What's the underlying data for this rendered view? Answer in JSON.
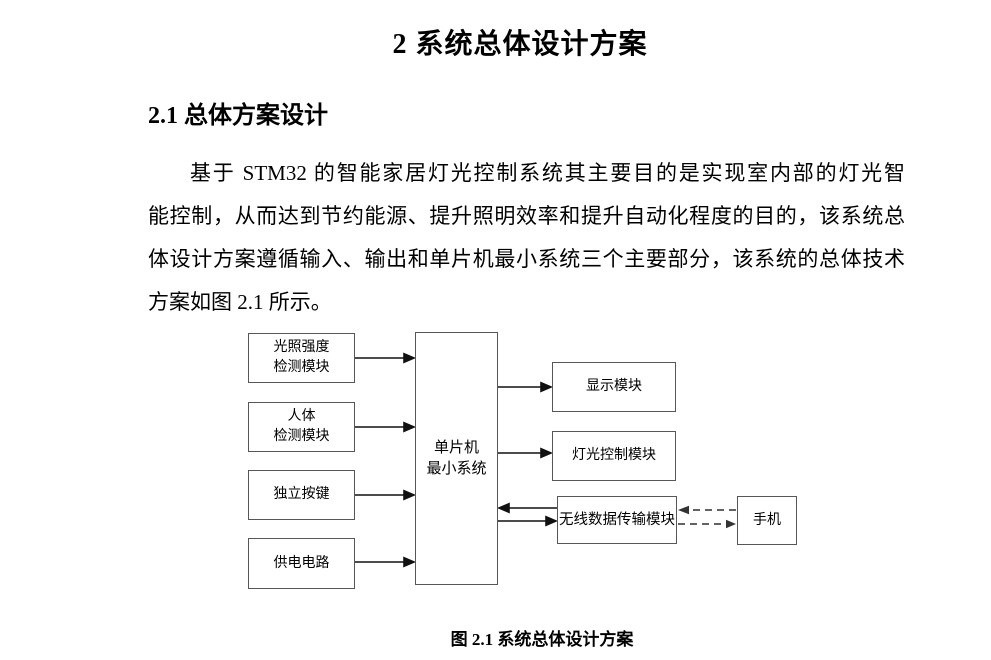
{
  "page": {
    "title": "2 系统总体设计方案",
    "section_heading": "2.1 总体方案设计",
    "paragraph_lines": [
      "基于 STM32 的智能家居灯光控制系统其主要目的是实现室内部的灯光智",
      "能控制，从而达到节约能源、提升照明效率和提升自动化程度的目的，该系统总",
      "体设计方案遵循输入、输出和单片机最小系统三个主要部分，该系统的总体技术",
      "方案如图 2.1 所示。"
    ],
    "figure_caption": "图 2.1  系统总体设计方案"
  },
  "diagram": {
    "boxes": {
      "light_sensor": "光照强度\n检测模块",
      "human_sensor": "人体\n检测模块",
      "independent_keys": "独立按键",
      "power_circuit": "供电电路",
      "mcu": "单片机\n最小系统",
      "display": "显示模块",
      "light_control": "灯光控制模块",
      "wireless": "无线数据传输模块",
      "phone": "手机"
    },
    "colors": {
      "solid_arrow": "#111111",
      "dashed_arrow": "#4d4d4d",
      "box_border": "#575757"
    }
  }
}
